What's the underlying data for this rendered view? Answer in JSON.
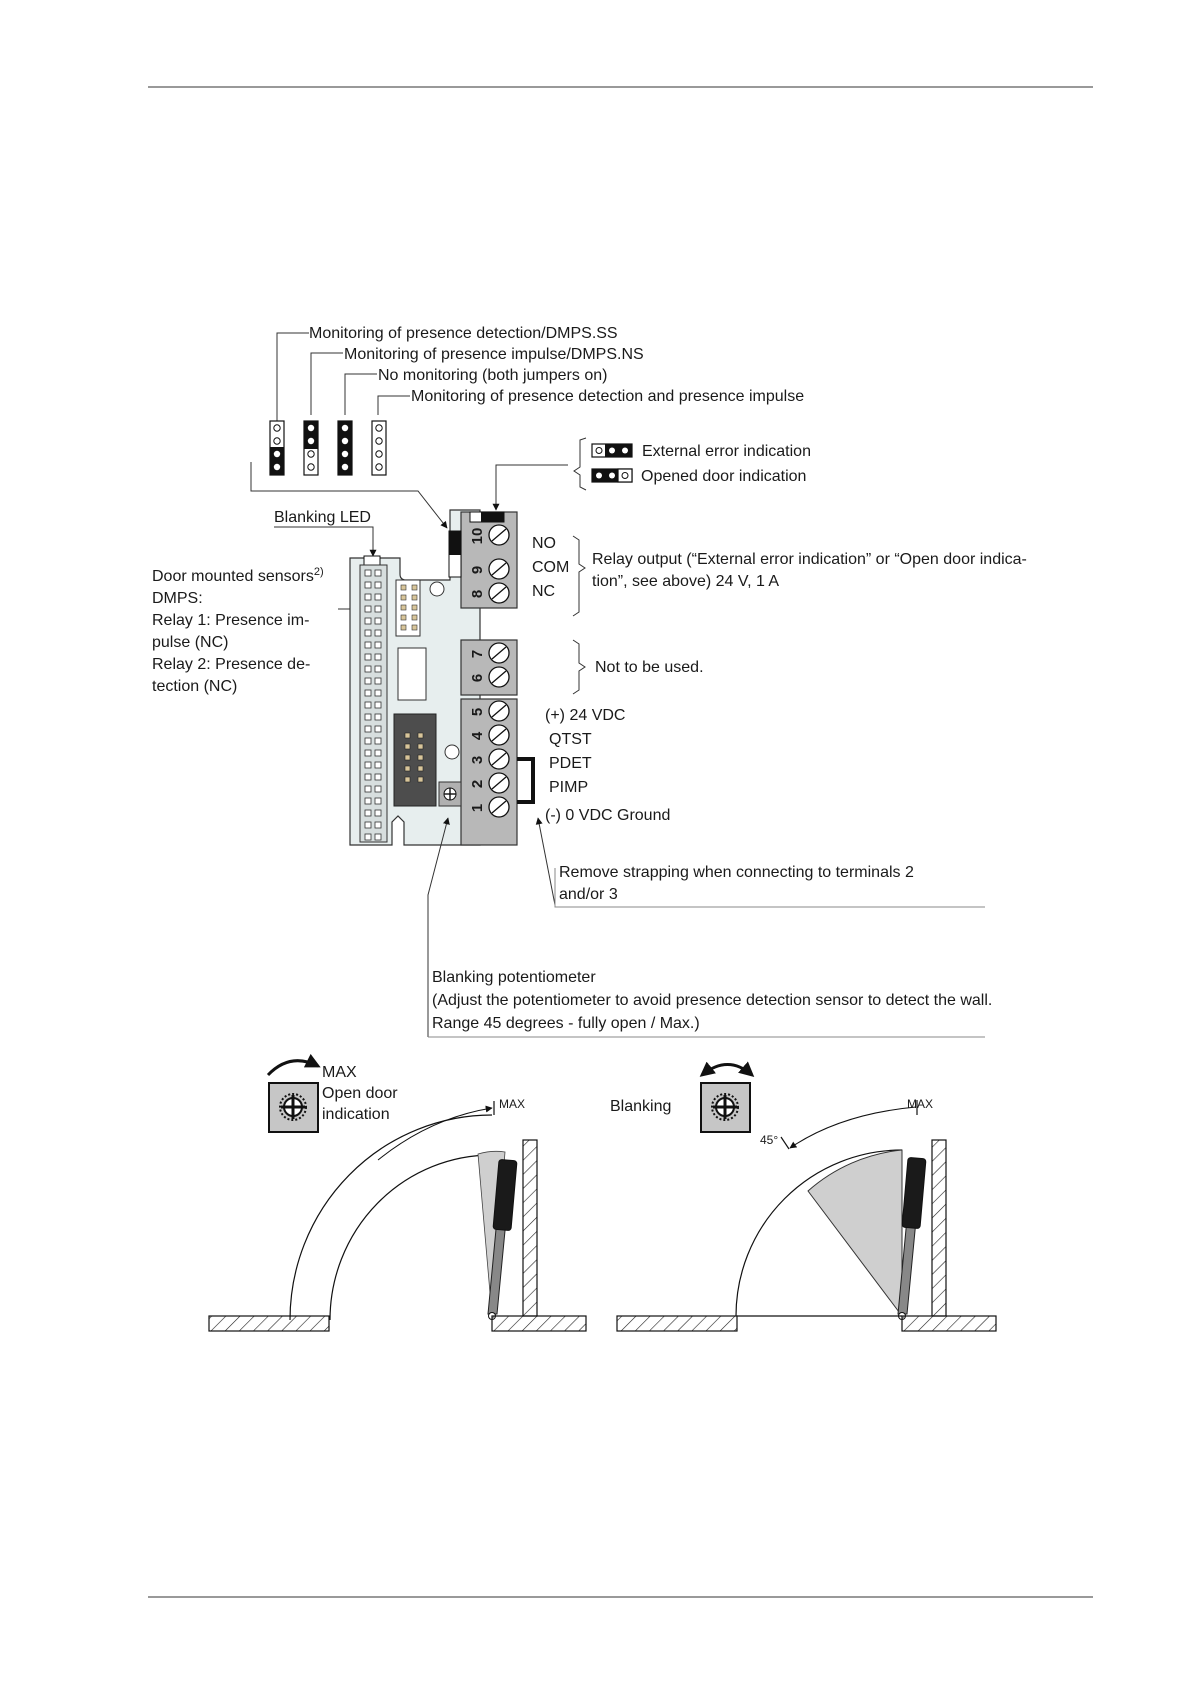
{
  "jumper_settings": [
    {
      "label": "Monitoring of presence detection/DMPS.SS"
    },
    {
      "label": "Monitoring of presence impulse/DMPS.NS"
    },
    {
      "label": "No monitoring (both jumpers on)"
    },
    {
      "label": "Monitoring of presence detection and presence impulse"
    }
  ],
  "relay_jumper": {
    "external_error": "External error indication",
    "opened_door": "Opened door indication"
  },
  "blanking_led": "Blanking LED",
  "door_sensors": {
    "title": "Door mounted sensors",
    "footnote": "2)",
    "line2": "DMPS:",
    "line3": "Relay 1: Presence im-",
    "line4": "pulse (NC)",
    "line5": "Relay 2: Presence de-",
    "line6": "tection (NC)"
  },
  "terminals": {
    "numbers": [
      "10",
      "9",
      "8",
      "7",
      "6",
      "5",
      "4",
      "3",
      "2",
      "1"
    ],
    "no": "NO",
    "com": "COM",
    "nc": "NC",
    "relay_output_line1": "Relay output (“External error indication” or “Open door indica-",
    "relay_output_line2": "tion”, see above) 24 V, 1 A",
    "not_used": "Not to be used.",
    "t5": "(+) 24 VDC",
    "t4": "QTST",
    "t3": "PDET",
    "t2": "PIMP",
    "t1": "(-) 0 VDC  Ground"
  },
  "strapping_note": {
    "line1": "Remove strapping when connecting to terminals 2",
    "line2": "and/or 3"
  },
  "potentiometer_note": {
    "line1": "Blanking potentiometer",
    "line2": "(Adjust the potentiometer to avoid presence detection sensor to detect the wall.",
    "line3": "Range 45 degrees - fully open / Max.)"
  },
  "left_door_diagram": {
    "max": "MAX",
    "open_door_1": "Open door",
    "open_door_2": "indication",
    "arc_max": "MAX"
  },
  "right_door_diagram": {
    "blanking": "Blanking",
    "arc_max": "MAX",
    "angle": "45°"
  }
}
